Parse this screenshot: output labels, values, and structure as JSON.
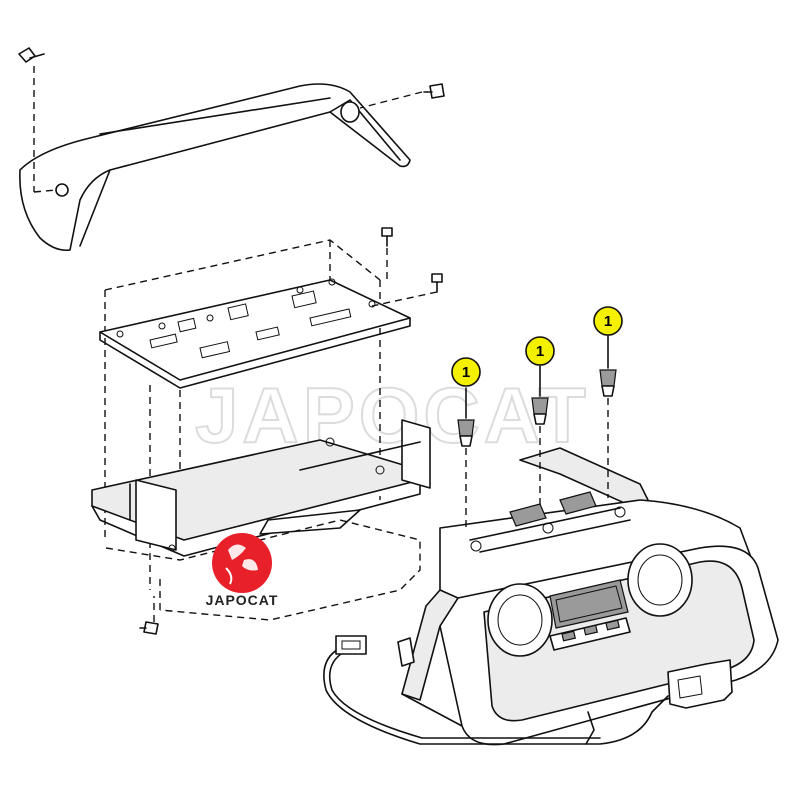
{
  "diagram": {
    "callouts": [
      {
        "label": "1"
      },
      {
        "label": "1"
      },
      {
        "label": "1"
      }
    ],
    "watermark": {
      "text": "JAPOCAT",
      "logo_text": "JAPOCAT",
      "logo_color": "#e8202a"
    },
    "colors": {
      "line": "#111111",
      "callout_fill": "#f4f000",
      "panel_shade": "#e9e9e9"
    }
  }
}
